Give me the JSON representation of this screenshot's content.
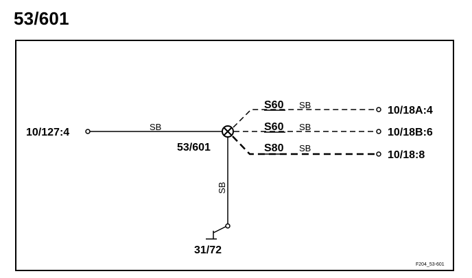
{
  "title": "53/601",
  "splice": {
    "label": "53/601"
  },
  "left_connector": {
    "label": "10/127:4",
    "wire_color": "SB"
  },
  "branches": [
    {
      "size": "S60",
      "wire_color": "SB",
      "connector": "10/18A:4"
    },
    {
      "size": "S60",
      "wire_color": "SB",
      "connector": "10/18B:6"
    },
    {
      "size": "S80",
      "wire_color": "SB",
      "connector": "10/18:8"
    }
  ],
  "ground": {
    "wire_color": "SB",
    "label": "31/72"
  },
  "figure_ref": "F204_53-601"
}
